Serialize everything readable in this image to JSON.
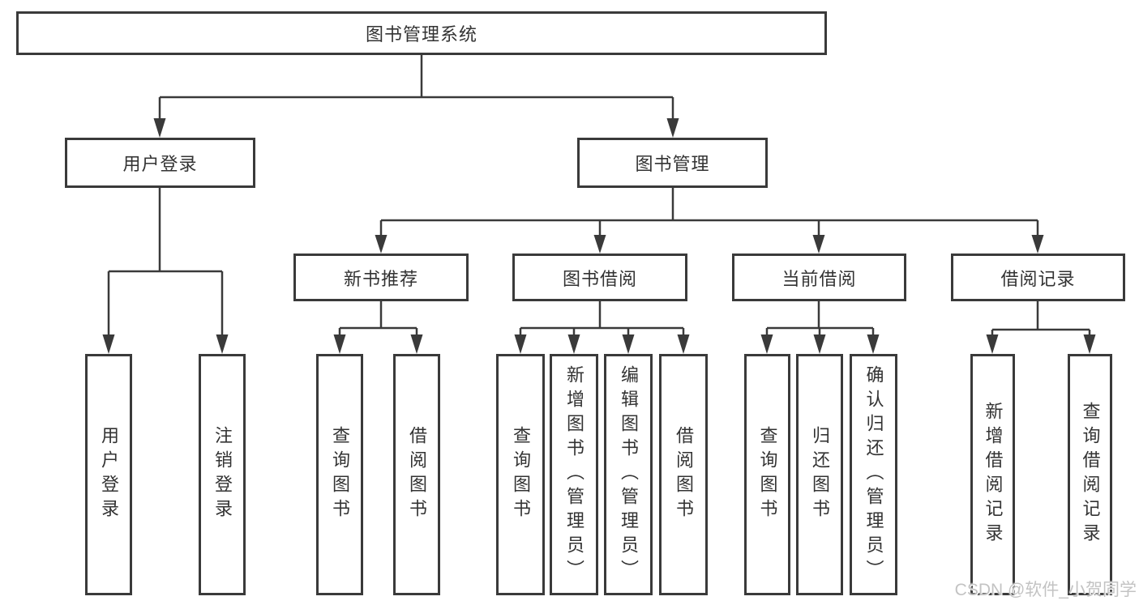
{
  "tree": {
    "root": {
      "label": "图书管理系统"
    },
    "branches": [
      {
        "label": "用户登录",
        "leaves": [
          {
            "label": "用户登录"
          },
          {
            "label": "注销登录"
          }
        ]
      },
      {
        "label": "图书管理",
        "groups": [
          {
            "label": "新书推荐",
            "leaves": [
              {
                "label": "查询图书"
              },
              {
                "label": "借阅图书"
              }
            ]
          },
          {
            "label": "图书借阅",
            "leaves": [
              {
                "label": "查询图书"
              },
              {
                "label": "新增图书（管理员）"
              },
              {
                "label": "编辑图书（管理员）"
              },
              {
                "label": "借阅图书"
              }
            ]
          },
          {
            "label": "当前借阅",
            "leaves": [
              {
                "label": "查询图书"
              },
              {
                "label": "归还图书"
              },
              {
                "label": "确认归还（管理员）"
              }
            ]
          },
          {
            "label": "借阅记录",
            "leaves": [
              {
                "label": "新增借阅记录"
              },
              {
                "label": "查询借阅记录"
              }
            ]
          }
        ]
      }
    ]
  },
  "watermark": "CSDN @软件_小贺同学",
  "colors": {
    "line": "#3a3a3a",
    "text": "#333333",
    "canvas": "#ffffff",
    "watermark": "#c3c3c3"
  }
}
